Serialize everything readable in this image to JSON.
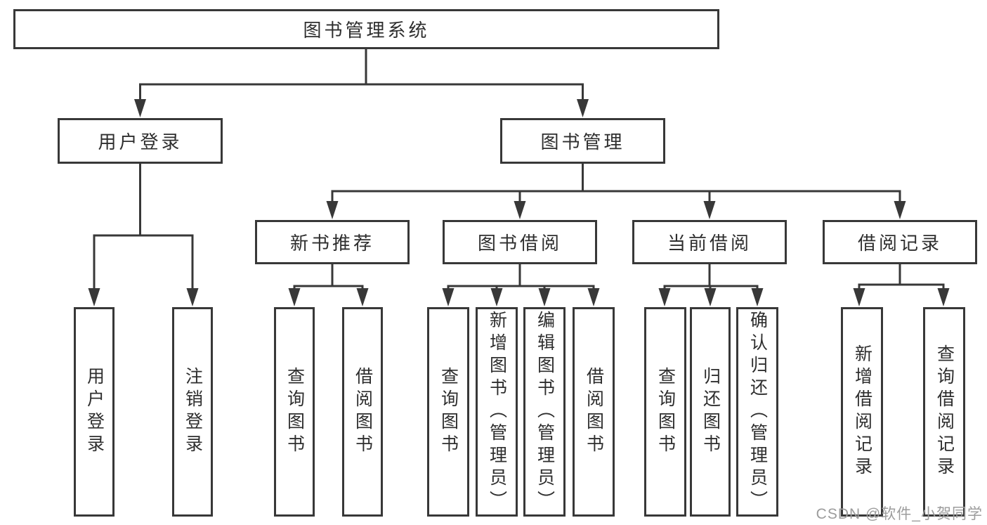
{
  "diagram": {
    "colors": {
      "line": "#383838",
      "text": "#2e2e2e",
      "watermark": "#9c9c9c",
      "background": "#ffffff"
    },
    "root": {
      "label": "图书管理系统"
    },
    "branches": [
      {
        "label": "用户登录",
        "children": [
          {
            "label": "用户登录"
          },
          {
            "label": "注销登录"
          }
        ]
      },
      {
        "label": "图书管理",
        "sections": [
          {
            "label": "新书推荐",
            "children": [
              {
                "label": "查询图书"
              },
              {
                "label": "借阅图书"
              }
            ]
          },
          {
            "label": "图书借阅",
            "children": [
              {
                "label": "查询图书"
              },
              {
                "label": "新增图书（管理员）"
              },
              {
                "label": "编辑图书（管理员）"
              },
              {
                "label": "借阅图书"
              }
            ]
          },
          {
            "label": "当前借阅",
            "children": [
              {
                "label": "查询图书"
              },
              {
                "label": "归还图书"
              },
              {
                "label": "确认归还（管理员）"
              }
            ]
          },
          {
            "label": "借阅记录",
            "children": [
              {
                "label": "新增借阅记录"
              },
              {
                "label": "查询借阅记录"
              }
            ]
          }
        ]
      }
    ],
    "watermark": {
      "text": "CSDN @软件_小贺同学"
    }
  }
}
